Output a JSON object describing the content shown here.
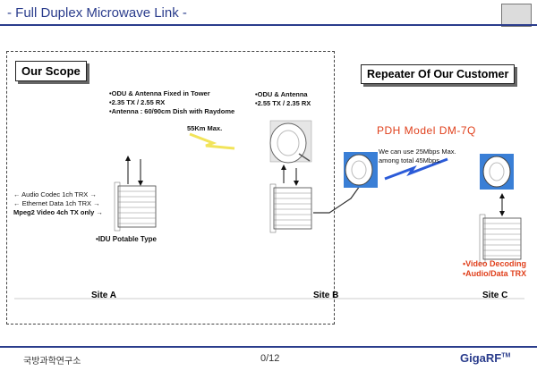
{
  "header": {
    "title": "- Full Duplex Microwave Link -"
  },
  "scope": {
    "label": "Our Scope"
  },
  "repeater": {
    "label": "Repeater Of Our Customer"
  },
  "specs_tower": [
    "•ODU & Antenna Fixed in Tower",
    "•2.35 TX / 2.55 RX",
    "•Antenna : 60/90cm Dish with Raydome"
  ],
  "distance": "55Km Max.",
  "specs_odu": [
    "•ODU & Antenna",
    "•2.55 TX / 2.35 RX"
  ],
  "pdh": "PDH  Model  DM-7Q",
  "capacity": [
    "We can use 25Mbps Max.",
    "among  total 45Mbps."
  ],
  "site_a_channels": [
    "← Audio Codec 1ch     TRX  →",
    "← Ethernet Data 1ch TRX   →",
    "Mpeg2 Video 4ch  TX only  →"
  ],
  "idu": "•IDU Potable Type",
  "site_c_notes": [
    "•Video Decoding",
    "•Audio/Data TRX"
  ],
  "sites": {
    "a": "Site A",
    "b": "Site B",
    "c": "Site C"
  },
  "footer": {
    "org": "국방과학연구소",
    "page": "0/12",
    "brand": "GigaRF",
    "tm": "TM"
  },
  "colors": {
    "title_blue": "#2a3c8c",
    "accent_red": "#e0401c"
  },
  "icons": [
    "logo-icon",
    "dish-antenna-icon",
    "idu-rack-icon",
    "lightning-link-icon"
  ]
}
